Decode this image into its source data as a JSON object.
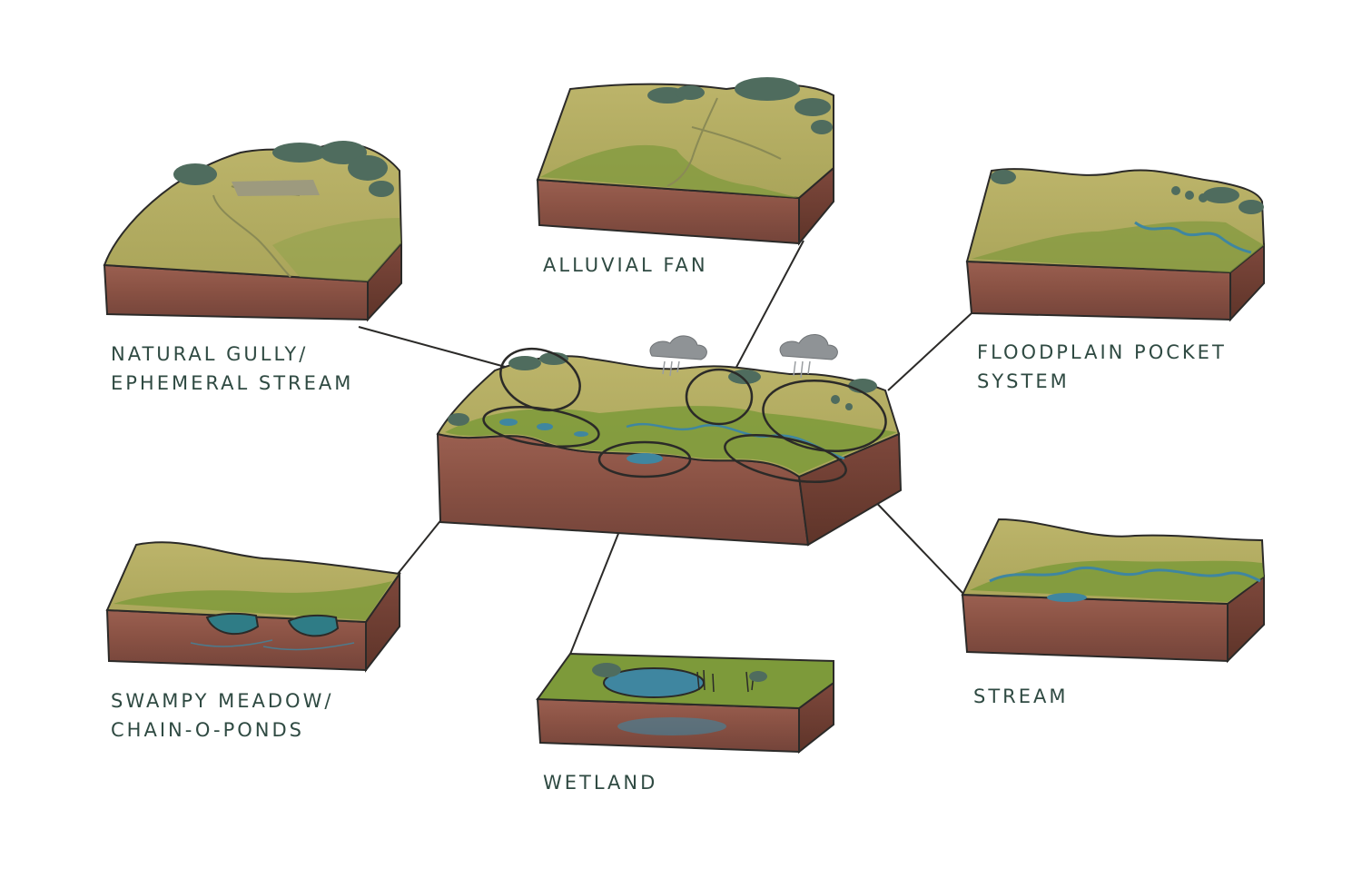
{
  "colors": {
    "grass": "#b8b064",
    "grass_dark": "#7f9a3e",
    "meadow": "#7d9a3a",
    "soil": "#8c5446",
    "soil_dark": "#6e3e33",
    "tree": "#4f6c5e",
    "water": "#3f86a0",
    "outline": "#2b2a28",
    "ink": "#2f4a42",
    "cloud": "#8f9396"
  },
  "labels": {
    "alluvial_fan": "ALLUVIAL FAN",
    "natural_gully_line1": "NATURAL GULLY/",
    "natural_gully_line2": "EPHEMERAL STREAM",
    "floodplain_line1": "FLOODPLAIN POCKET",
    "floodplain_line2": "SYSTEM",
    "swampy_line1": "SWAMPY MEADOW/",
    "swampy_line2": "CHAIN-O-PONDS",
    "wetland": "WETLAND",
    "stream": "STREAM"
  }
}
